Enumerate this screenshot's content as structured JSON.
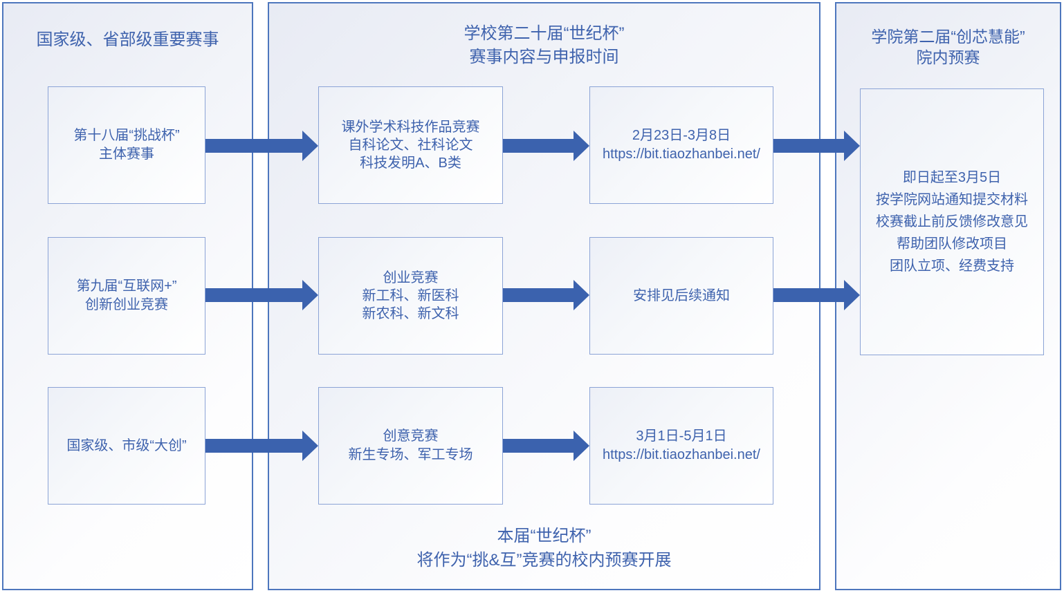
{
  "colors": {
    "panel_border": "#4d76bd",
    "box_border": "#8ba3d6",
    "arrow_fill": "#3b62ae",
    "text": "#3e62ad",
    "fill_gradient_start": "#e8ebf4",
    "fill_gradient_end": "#ffffff"
  },
  "panels": {
    "left": {
      "title_lines": [
        "国家级、省部级重要赛事"
      ]
    },
    "center": {
      "title_lines": [
        "学校第二十届“世纪杯”",
        "赛事内容与申报时间"
      ],
      "footer_lines": [
        "本届“世纪杯”",
        "将作为“挑&互”竞赛的校内预赛开展"
      ]
    },
    "right": {
      "title_lines": [
        "学院第二届“创芯慧能”",
        "院内预赛"
      ]
    }
  },
  "boxes": {
    "left1": {
      "lines": [
        "第十八届“挑战杯”",
        "主体赛事"
      ]
    },
    "left2": {
      "lines": [
        "第九届“互联网+”",
        "创新创业竞赛"
      ]
    },
    "left3": {
      "lines": [
        "国家级、市级“大创”"
      ]
    },
    "mid1": {
      "lines": [
        "课外学术科技作品竞赛",
        "自科论文、社科论文",
        "科技发明A、B类"
      ]
    },
    "mid2": {
      "lines": [
        "创业竞赛",
        "新工科、新医科",
        "新农科、新文科"
      ]
    },
    "mid3": {
      "lines": [
        "创意竞赛",
        "新生专场、军工专场"
      ]
    },
    "date1": {
      "lines": [
        "2月23日-3月8日",
        "https://bit.tiaozhanbei.net/"
      ]
    },
    "date2": {
      "lines": [
        "安排见后续通知"
      ]
    },
    "date3": {
      "lines": [
        "3月1日-5月1日",
        "https://bit.tiaozhanbei.net/"
      ]
    },
    "right1": {
      "lines": [
        "即日起至3月5日",
        "按学院网站通知提交材料",
        "校赛截止前反馈修改意见",
        "帮助团队修改项目",
        "团队立项、经费支持"
      ]
    }
  }
}
